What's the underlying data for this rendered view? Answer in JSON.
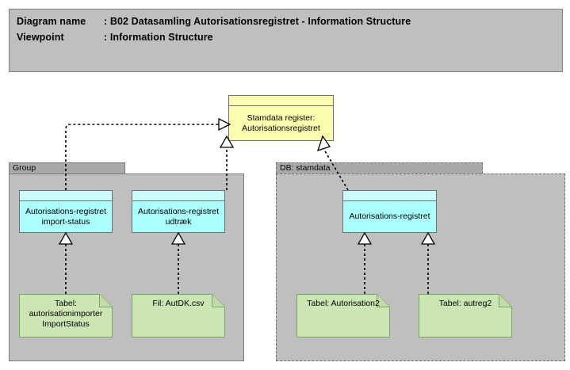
{
  "title_block": {
    "line1_key": "Diagram name",
    "line1_sep": ": ",
    "line1_value": "B02 Datasamling Autorisationsregistret - Information Structure",
    "line2_key": "Viewpoint",
    "line2_sep": ": ",
    "line2_value": "Information Structure"
  },
  "colors": {
    "background": "#ffffff",
    "title_block_fill": "#bfbfbf",
    "title_block_border": "#808080",
    "group_fill": "#bfbfbf",
    "group_tab_fill": "#a9a9a9",
    "group_border": "#7a7a7a",
    "business_object_fill": "#fdfdb0",
    "data_object_fill": "#aaffff",
    "artifact_fill": "#cce5b5",
    "artifact_border": "#78a858",
    "element_border": "#6d6d6d",
    "connector": "#000000"
  },
  "groups": [
    {
      "id": "group-left",
      "name": "Group",
      "label": "Group",
      "style": "solid"
    },
    {
      "id": "group-db-stamdata",
      "name": "DB: stamdata",
      "label": "DB: stamdata",
      "style": "dashed"
    }
  ],
  "elements": [
    {
      "id": "business-object-stamdata-register",
      "type": "business-object",
      "label": "Stamdata register: Autorisationsregistret",
      "fill": "#fdfdb0"
    },
    {
      "id": "data-object-import-status",
      "type": "data-object",
      "label": "Autorisations-registret import-status",
      "fill": "#aaffff"
    },
    {
      "id": "data-object-udtraek",
      "type": "data-object",
      "label": "Autorisations-registret udtræk",
      "fill": "#aaffff"
    },
    {
      "id": "data-object-autorisationsregistret",
      "type": "data-object",
      "label": "Autorisations-registret",
      "fill": "#aaffff"
    }
  ],
  "artifacts": [
    {
      "id": "artifact-tabel-importstatus",
      "type": "artifact",
      "label": "Tabel: autorisationimporter ImportStatus",
      "fill": "#cce5b5"
    },
    {
      "id": "artifact-fil-autdk",
      "type": "artifact",
      "label": "Fil: AutDK.csv",
      "fill": "#cce5b5"
    },
    {
      "id": "artifact-tabel-autorisation2",
      "type": "artifact",
      "label": "Tabel: Autorisation2",
      "fill": "#cce5b5"
    },
    {
      "id": "artifact-tabel-autreg2",
      "type": "artifact",
      "label": "Tabel: autreg2",
      "fill": "#cce5b5"
    }
  ],
  "connectors": [
    {
      "id": "conn-import-status-to-register",
      "from": "data-object-import-status",
      "to": "business-object-stamdata-register",
      "style": "dashed",
      "arrow": "hollow-triangle"
    },
    {
      "id": "conn-udtraek-to-register",
      "from": "data-object-udtraek",
      "to": "business-object-stamdata-register",
      "style": "dashed",
      "arrow": "hollow-triangle"
    },
    {
      "id": "conn-autorisationsregistret-to-register",
      "from": "data-object-autorisationsregistret",
      "to": "business-object-stamdata-register",
      "style": "dashed",
      "arrow": "hollow-triangle"
    },
    {
      "id": "conn-importstatus-tabel-to-data",
      "from": "artifact-tabel-importstatus",
      "to": "data-object-import-status",
      "style": "dashed",
      "arrow": "hollow-triangle"
    },
    {
      "id": "conn-autdk-to-udtraek",
      "from": "artifact-fil-autdk",
      "to": "data-object-udtraek",
      "style": "dashed",
      "arrow": "hollow-triangle"
    },
    {
      "id": "conn-autorisation2-to-data",
      "from": "artifact-tabel-autorisation2",
      "to": "data-object-autorisationsregistret",
      "style": "dashed",
      "arrow": "hollow-triangle"
    },
    {
      "id": "conn-autreg2-to-data",
      "from": "artifact-tabel-autreg2",
      "to": "data-object-autorisationsregistret",
      "style": "dashed",
      "arrow": "hollow-triangle"
    }
  ]
}
